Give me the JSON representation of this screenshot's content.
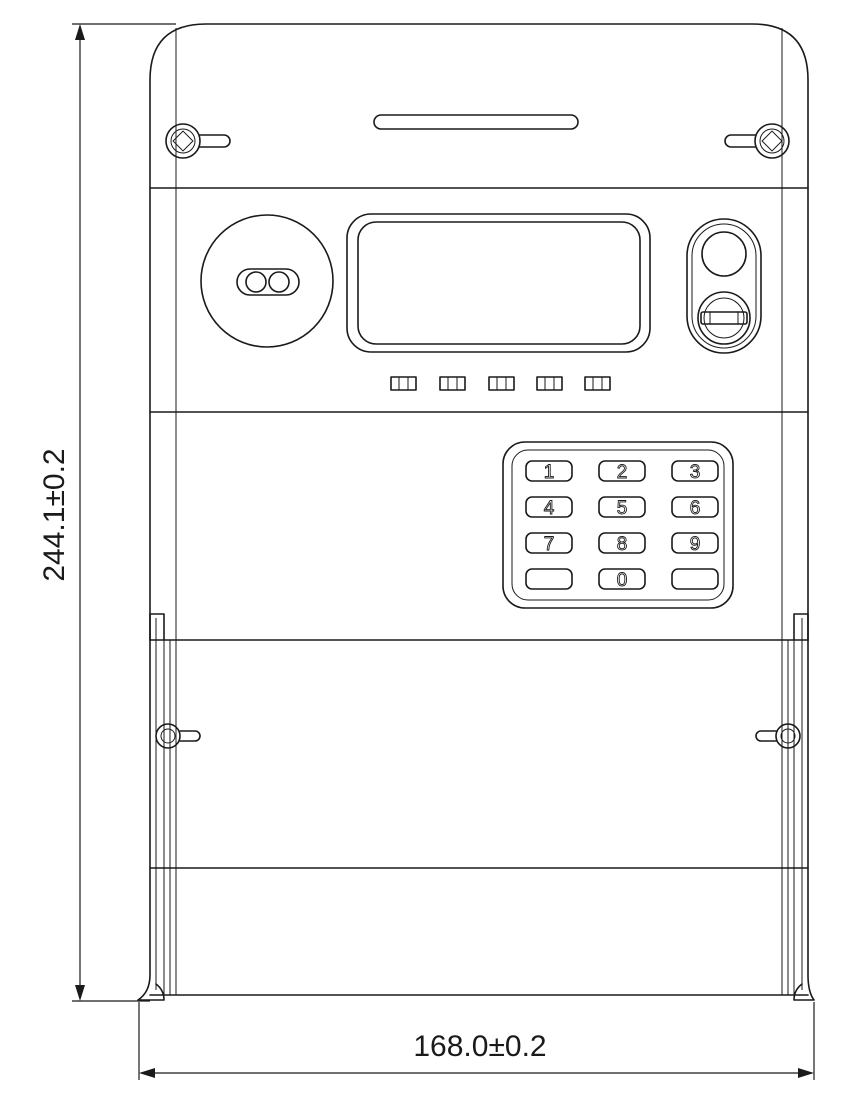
{
  "dimensions": {
    "height_label": "244.1±0.2",
    "width_label": "168.0±0.2"
  },
  "keypad": {
    "keys": [
      "1",
      "2",
      "3",
      "4",
      "5",
      "6",
      "7",
      "8",
      "9",
      "",
      "0",
      ""
    ]
  },
  "colors": {
    "line": "#1a1a1a",
    "background": "#ffffff"
  }
}
